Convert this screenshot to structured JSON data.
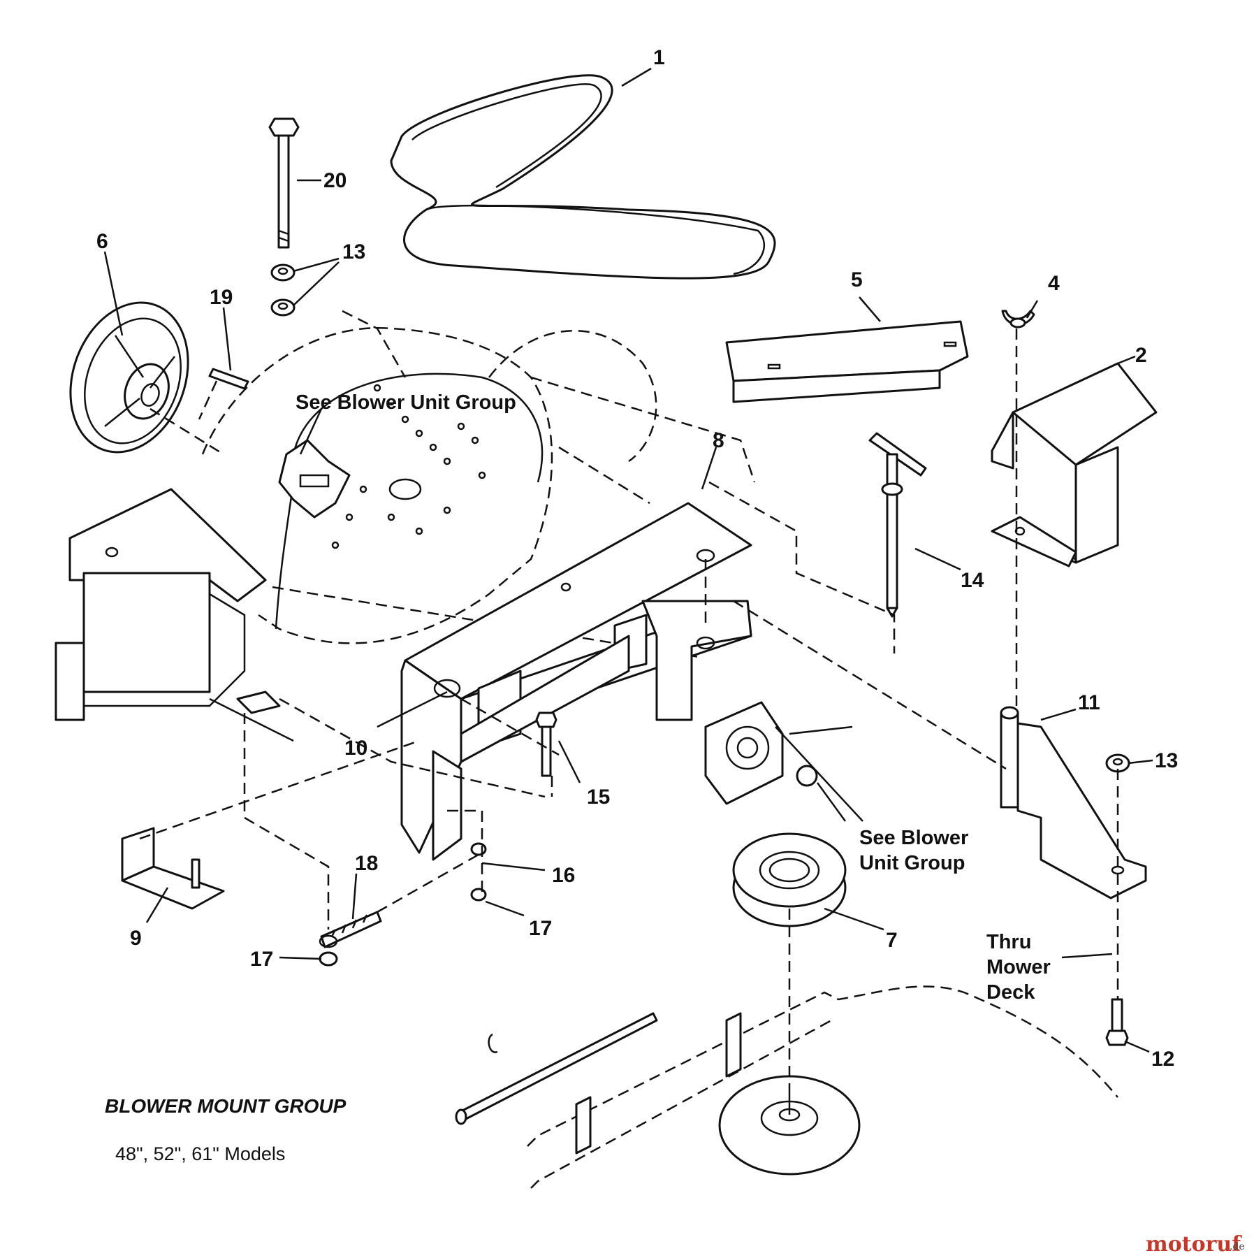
{
  "diagram": {
    "title": "BLOWER MOUNT GROUP",
    "subtitle": "48\", 52\", 61\" Models",
    "notes": {
      "blower_unit_top": "See Blower Unit Group",
      "blower_unit_right_line1": "See Blower",
      "blower_unit_right_line2": "Unit Group",
      "thru_line1": "Thru",
      "thru_line2": "Mower",
      "thru_line3": "Deck"
    },
    "callouts": {
      "c1": "1",
      "c2": "2",
      "c4": "4",
      "c5": "5",
      "c6": "6",
      "c7": "7",
      "c8": "8",
      "c9": "9",
      "c10": "10",
      "c11": "11",
      "c12": "12",
      "c13a": "13",
      "c13b": "13",
      "c14": "14",
      "c15": "15",
      "c16": "16",
      "c17a": "17",
      "c17b": "17",
      "c18": "18",
      "c19": "19",
      "c20": "20"
    }
  },
  "watermark": {
    "brand": "motoruf",
    "suffix": ".de",
    "brand_color": "#c0392b"
  }
}
